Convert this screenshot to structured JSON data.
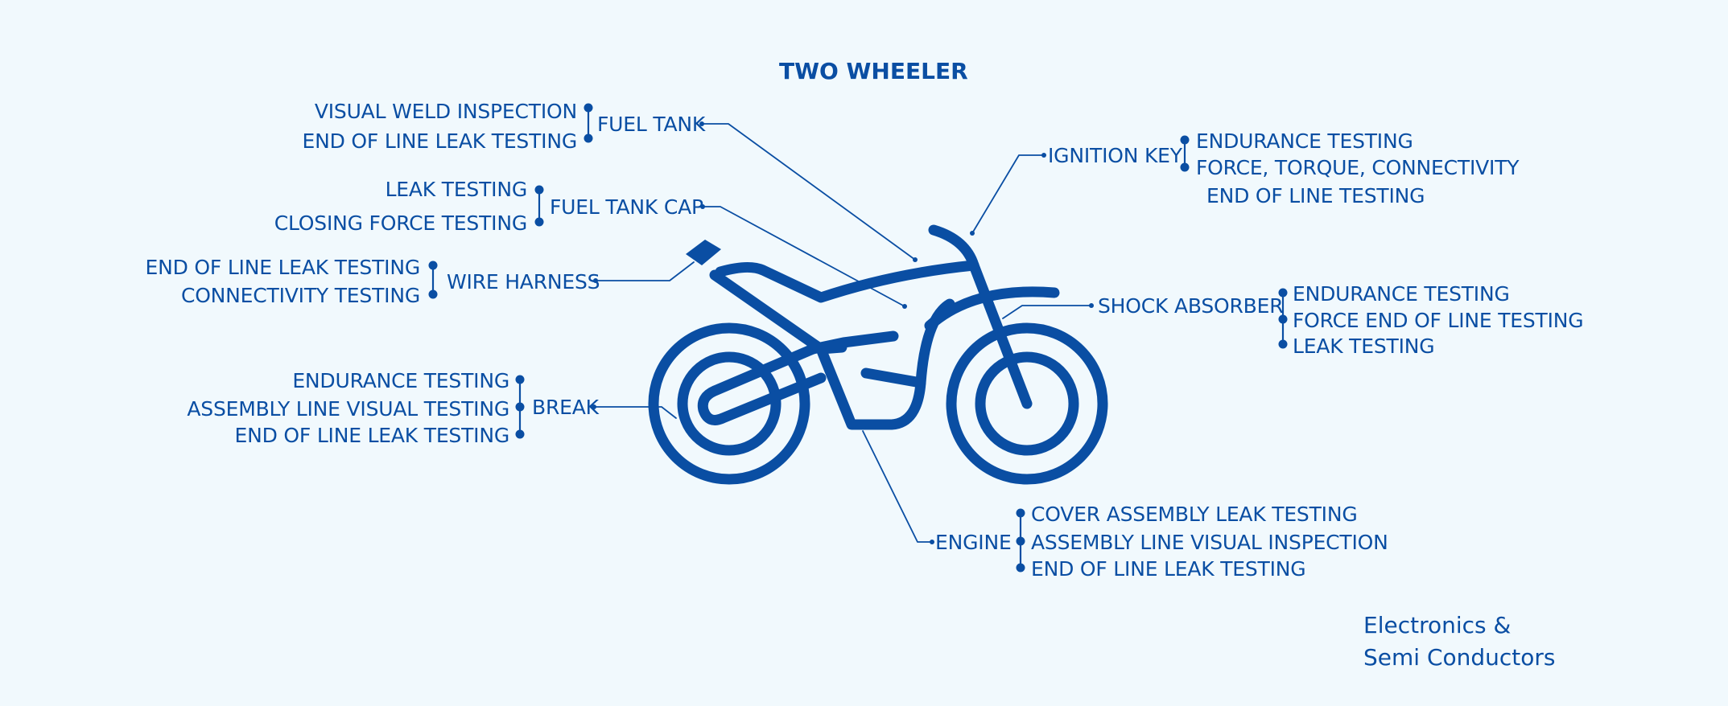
{
  "title": "TWO WHEELER",
  "brand": {
    "line1": "Electronics &",
    "line2": "Semi Conductors"
  },
  "colors": {
    "primary": "#0a4ea3",
    "background": "#f1f9fd"
  },
  "components": {
    "fuel_tank": {
      "label": "FUEL TANK",
      "tests": [
        "VISUAL WELD INSPECTION",
        "END OF LINE LEAK TESTING"
      ]
    },
    "fuel_tank_cap": {
      "label": "FUEL TANK CAP",
      "tests": [
        "LEAK TESTING",
        "CLOSING FORCE TESTING"
      ]
    },
    "wire_harness": {
      "label": "WIRE HARNESS",
      "tests": [
        "END OF LINE LEAK TESTING",
        "CONNECTIVITY TESTING"
      ]
    },
    "brake": {
      "label": "BREAK",
      "tests": [
        "ENDURANCE TESTING",
        "ASSEMBLY LINE  VISUAL TESTING",
        "END OF LINE LEAK TESTING"
      ]
    },
    "ignition_key": {
      "label": "IGNITION KEY",
      "tests": [
        "ENDURANCE TESTING",
        "FORCE, TORQUE, CONNECTIVITY",
        "END OF LINE TESTING"
      ]
    },
    "shock_absorber": {
      "label": "SHOCK ABSORBER",
      "tests": [
        "ENDURANCE TESTING",
        "FORCE END OF LINE TESTING",
        "LEAK TESTING"
      ]
    },
    "engine": {
      "label": "ENGINE",
      "tests": [
        "COVER ASSEMBLY LEAK TESTING",
        "ASSEMBLY LINE VISUAL INSPECTION",
        "END OF LINE LEAK TESTING"
      ]
    }
  }
}
